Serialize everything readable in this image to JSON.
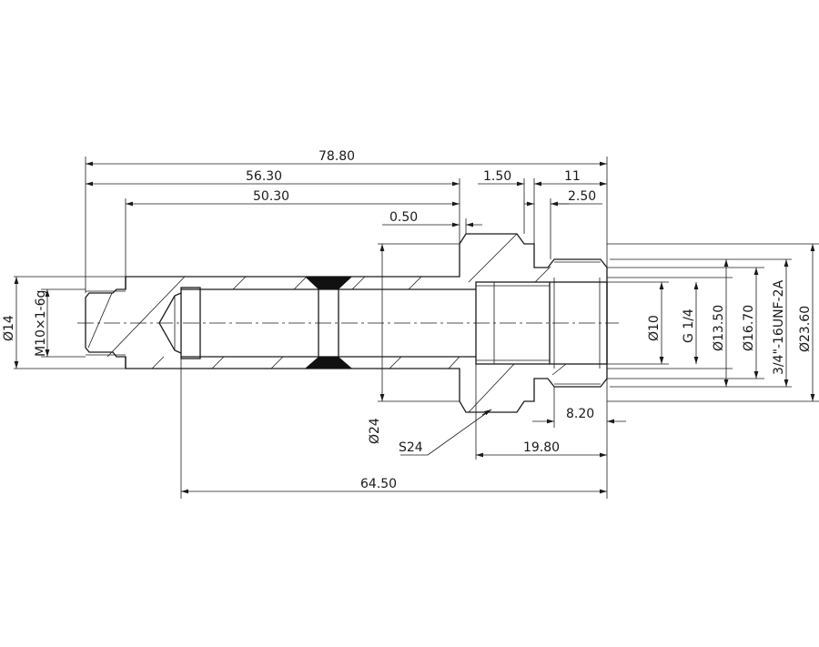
{
  "drawing": {
    "dimensions": {
      "overall_length": "78.80",
      "length_56": "56.30",
      "length_50": "50.30",
      "groove": "0.50",
      "hex_width": "1.50",
      "thread_length": "11",
      "chamfer": "2.50",
      "length_64": "64.50",
      "bore_depth": "19.80",
      "thread_depth": "8.20",
      "dia_14": "Ø14",
      "thread_m10": "M10×1-6g",
      "dia_24": "Ø24",
      "hex_size": "S24",
      "dia_10": "Ø10",
      "thread_g14": "G 1/4",
      "dia_13_50": "Ø13.50",
      "dia_16_70": "Ø16.70",
      "thread_unf": "3/4\"-16UNF-2A",
      "dia_23_60": "Ø23.60"
    },
    "colors": {
      "line": "#1a1a1a",
      "background": "#ffffff"
    }
  }
}
